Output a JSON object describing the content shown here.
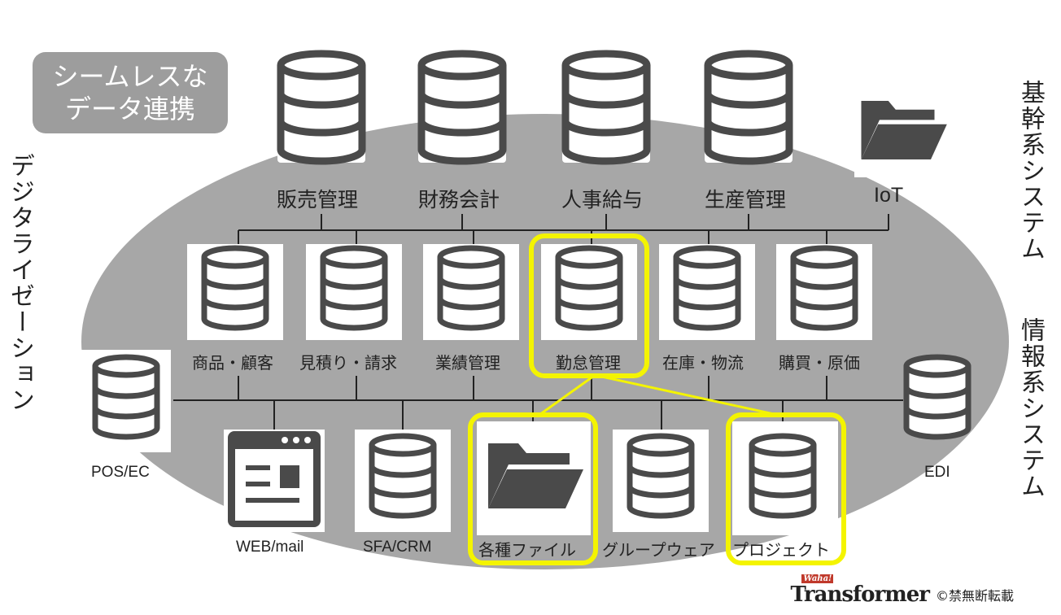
{
  "badge": {
    "line1": "シームレスな",
    "line2": "データ連携"
  },
  "side_labels": {
    "left": "デジタライゼーション",
    "right_top": "基幹系システム",
    "right_bottom": "情報系システム"
  },
  "core_systems": [
    "販売管理",
    "財務会計",
    "人事給与",
    "生産管理"
  ],
  "iot_label": "IoT",
  "info_systems": [
    "商品・顧客",
    "見積り・請求",
    "業績管理",
    "勤怠管理",
    "在庫・物流",
    "購買・原価"
  ],
  "outer_left": "POS/EC",
  "outer_right": "EDI",
  "bottom_items": [
    "WEB/mail",
    "SFA/CRM",
    "各種ファイル",
    "グループウェア",
    "プロジェクト"
  ],
  "highlighted": [
    "勤怠管理",
    "各種ファイル",
    "プロジェクト"
  ],
  "colors": {
    "icon": "#4a4a4a",
    "ellipse": "#a7a7a7",
    "highlight": "#f4f400",
    "badge": "#9d9d9d"
  },
  "footer": {
    "logo_small": "Waha!",
    "logo": "Transformer",
    "copyright": "©禁無断転載"
  }
}
